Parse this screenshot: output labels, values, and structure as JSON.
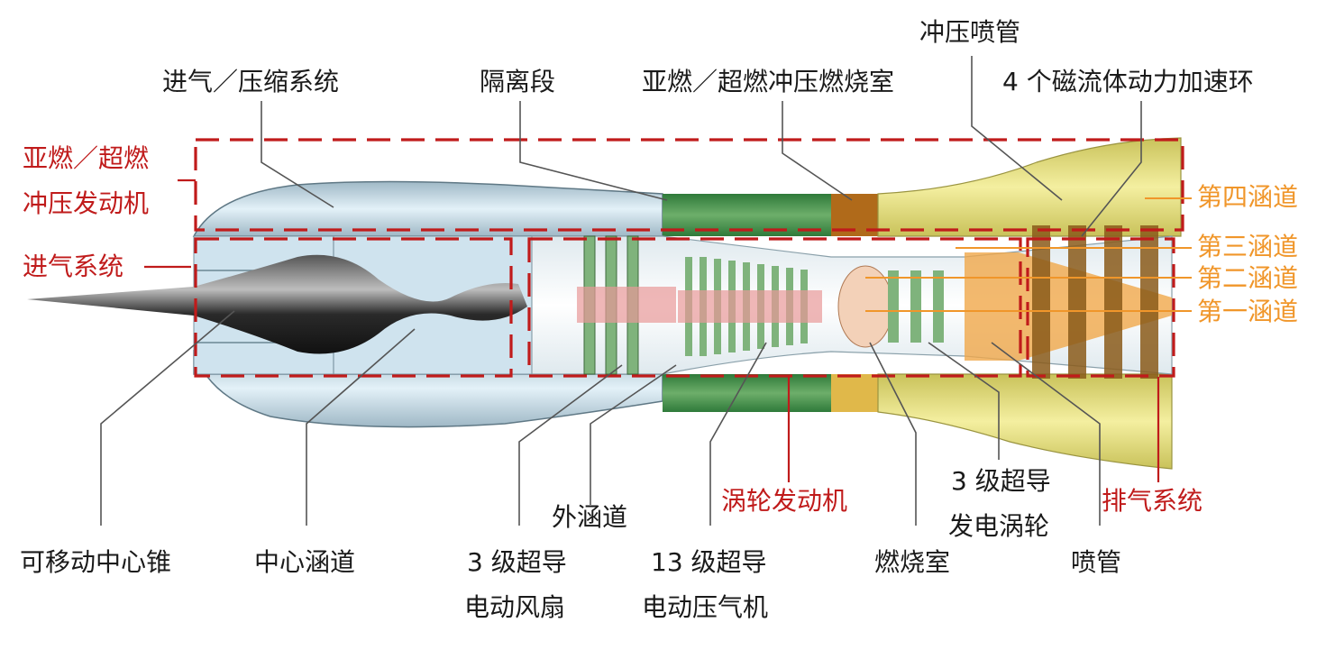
{
  "colors": {
    "system_label": "#c01b1b",
    "duct_label": "#f0962a",
    "component_label": "#1a1a1a",
    "dashed_frame": "#c01b1b",
    "inlet_shell": "#cfe3ee",
    "isolator": "#3f8f4a",
    "combustor_ring": "#b06a1a",
    "nozzle": "#e8e27a",
    "center_cone": "#2b2b2b"
  },
  "labels": {
    "top": {
      "intake_compression": "进气／压缩系统",
      "isolator": "隔离段",
      "combustor": "亚燃／超燃冲压燃烧室",
      "ram_nozzle": "冲压喷管",
      "mhd_rings": "4 个磁流体动力加速环"
    },
    "systems": {
      "ramjet_line1": "亚燃／超燃",
      "ramjet_line2": "冲压发动机",
      "intake_system": "进气系统",
      "turbine_engine": "涡轮发动机",
      "exhaust_system": "排气系统"
    },
    "ducts": {
      "fourth": "第四涵道",
      "third": "第三涵道",
      "second": "第二涵道",
      "first": "第一涵道"
    },
    "bottom": {
      "movable_cone": "可移动中心锥",
      "center_duct": "中心涵道",
      "fan_line1": "3 级超导",
      "fan_line2": "电动风扇",
      "outer_duct": "外涵道",
      "compressor_line1": "13 级超导",
      "compressor_line2": "电动压气机",
      "burner": "燃烧室",
      "turbine_line1": "3 级超导",
      "turbine_line2": "发电涡轮",
      "nozzle": "喷管"
    }
  }
}
